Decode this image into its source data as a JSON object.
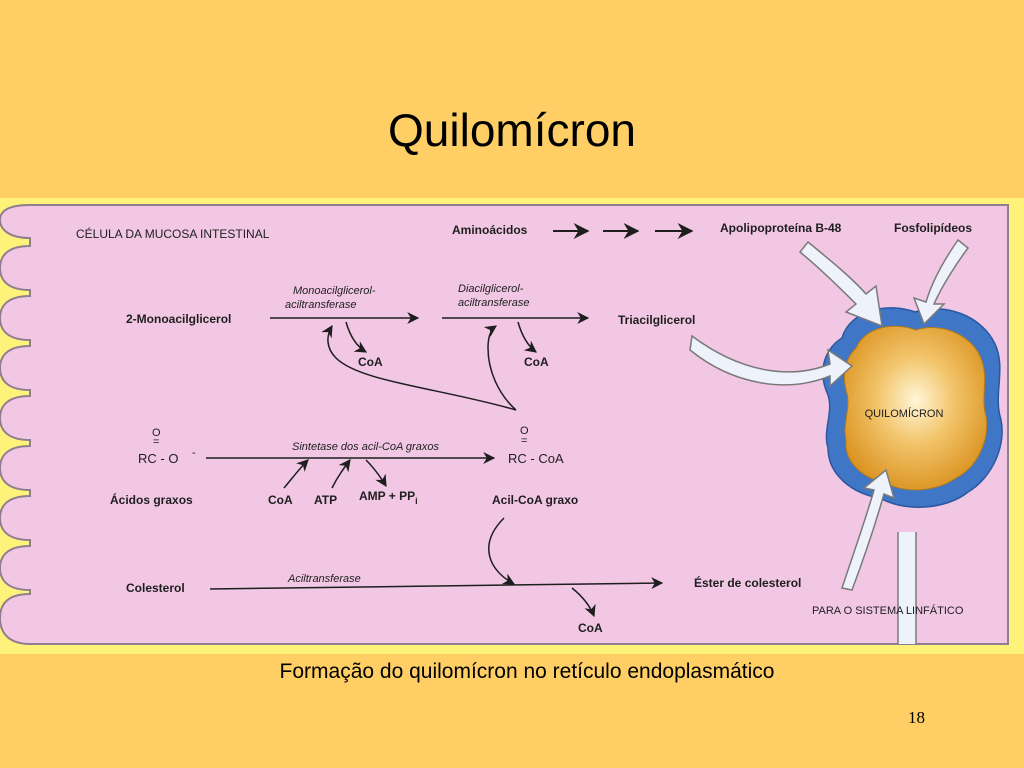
{
  "slide": {
    "title": "Quilomícron",
    "caption": "Formação do quilomícron no retículo endoplasmático",
    "page_number": "18"
  },
  "diagram": {
    "cell_label": "CÉLULA DA MUCOSA INTESTINAL",
    "aminoacids": "Aminoácidos",
    "apolipoprotein": "Apolipoproteína B-48",
    "phospholipids": "Fosfolipídeos",
    "monoacylglycerol": "2-Monoacilglicerol",
    "enzyme1_line1": "Monoacilglicerol-",
    "enzyme1_line2": "aciltransferase",
    "enzyme2_line1": "Diacilglicerol-",
    "enzyme2_line2": "aciltransferase",
    "coa_1": "CoA",
    "coa_2": "CoA",
    "triacylglycerol": "Triacilglicerol",
    "chylomicron": "QUILOMÍCRON",
    "carboxylate_o": "O",
    "carboxylate_formula": "RC - O",
    "carboxylate_charge": "-",
    "synthetase": "Sintetase dos acil-CoA graxos",
    "acyl_o": "O",
    "acyl_formula": "RC - CoA",
    "fatty_acids": "Ácidos graxos",
    "coa_input": "CoA",
    "atp": "ATP",
    "amp_pp": "AMP + PP",
    "amp_pp_sub": "i",
    "acyl_coa": "Acil-CoA graxo",
    "cholesterol": "Colesterol",
    "acyltransferase": "Aciltransferase",
    "cholesterol_ester": "Éster de colesterol",
    "lymph": "PARA O SISTEMA LINFÁTICO",
    "coa_3": "CoA"
  },
  "colors": {
    "background": "#FFCF66",
    "figure_frame": "#FFF27A",
    "cell": "#F1C7E4",
    "chylomicron_core": "#E8A526",
    "chylomicron_shell": "#3F76C6",
    "wide_arrow_fill": "#EEF2FB"
  }
}
